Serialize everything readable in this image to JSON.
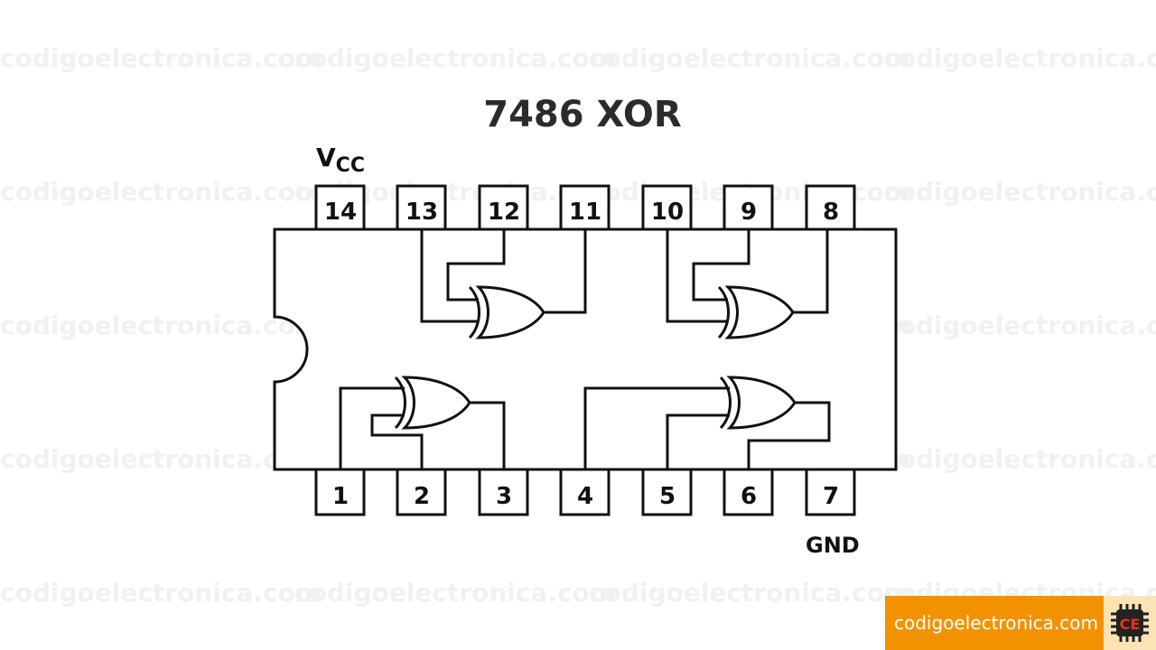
{
  "title": "7486 XOR",
  "watermark_text": "codigoelectronica.com",
  "diagram": {
    "vcc_label": "V",
    "vcc_sub": "CC",
    "gnd_label": "GND",
    "top_pins": [
      "14",
      "13",
      "12",
      "11",
      "10",
      "9",
      "8"
    ],
    "bottom_pins": [
      "1",
      "2",
      "3",
      "4",
      "5",
      "6",
      "7"
    ]
  },
  "footer": {
    "brand_text": "codigoelectronica.com",
    "logo_letters": "CE",
    "colors": {
      "bar": "#f39200",
      "logo_bg": "#fce3b5",
      "logo_chip": "#222222",
      "logo_letters": "#e8301c"
    }
  }
}
